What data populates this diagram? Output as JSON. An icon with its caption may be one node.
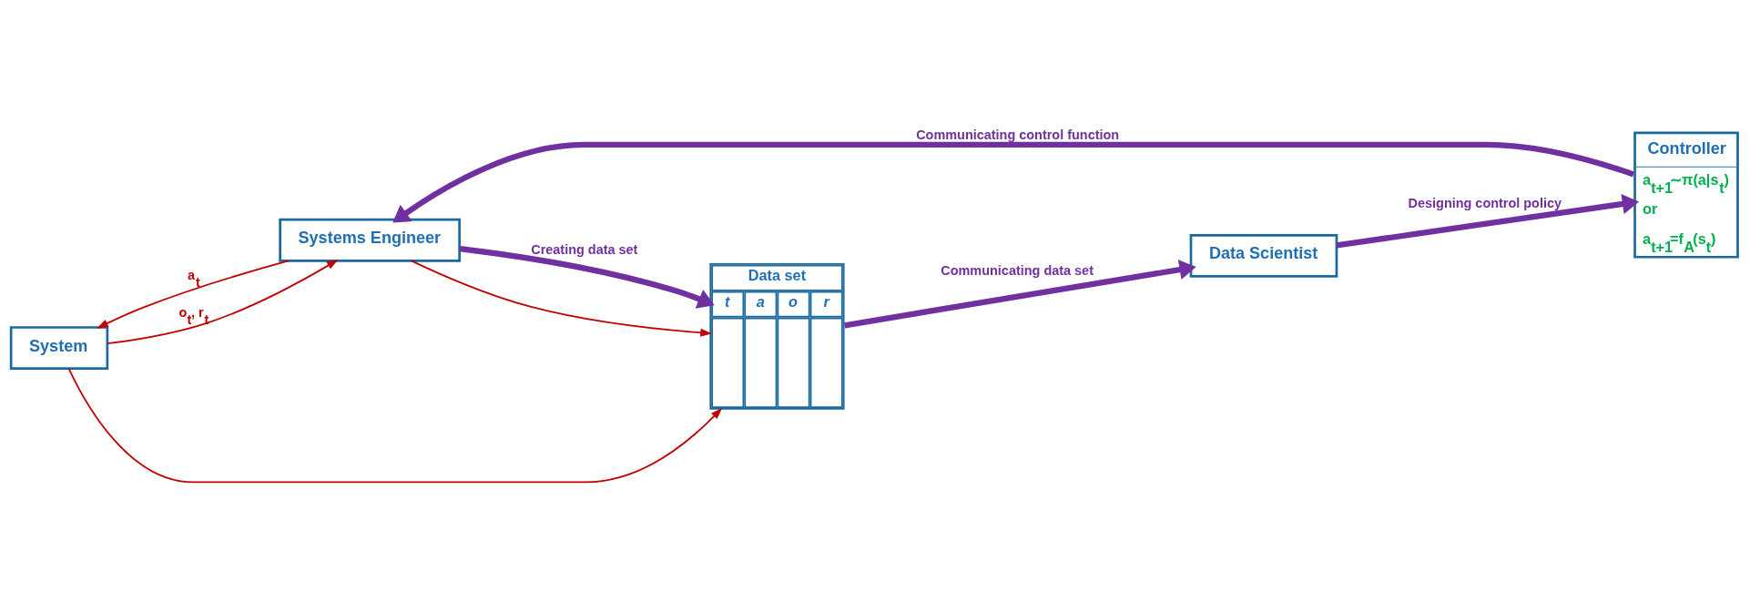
{
  "diagram": {
    "nodes": [
      {
        "text": [
          "System"
        ]
      },
      {
        "text": [
          "Systems Engineer"
        ]
      },
      {
        "text": [
          "Controller",
          "a$_{t+1}$∼π(a|s$_{t}$)",
          "or",
          "a$_{t+1}$=f$_{A}$(s$_{t}$)"
        ]
      },
      {
        "text": [
          "Data set",
          "t",
          "a",
          "o",
          "r"
        ]
      },
      {
        "text": [
          "Data Scientist"
        ]
      }
    ],
    "edges": [
      {
        "from": 2,
        "to": 1,
        "arrow": "to",
        "label": "Communicating control function",
        "style": "thick",
        "color": "#7030a0"
      },
      {
        "from": 1,
        "to": 0,
        "arrow": "to",
        "label": "a$_{t}$",
        "color": "#c00000"
      },
      {
        "from": 1,
        "to": 3,
        "arrow": "to",
        "color": "#c00000"
      },
      {
        "from": 0,
        "to": 1,
        "arrow": "to",
        "label": "o$_{t}$, r$_{t}$",
        "color": "#c00000"
      },
      {
        "from": 0,
        "to": 3,
        "arrow": "to",
        "color": "#c00000"
      },
      {
        "from": 1,
        "to": 3,
        "arrow": "to",
        "label": "Creating data set",
        "style": "thick",
        "color": "#7030a0"
      },
      {
        "from": 3,
        "to": 4,
        "arrow": "to",
        "label": "Communicating data set",
        "style": "thick",
        "color": "#7030a0"
      },
      {
        "from": 4,
        "to": 2,
        "arrow": "to",
        "label": "Designing control policy",
        "style": "thick",
        "color": "#7030a0"
      }
    ]
  }
}
